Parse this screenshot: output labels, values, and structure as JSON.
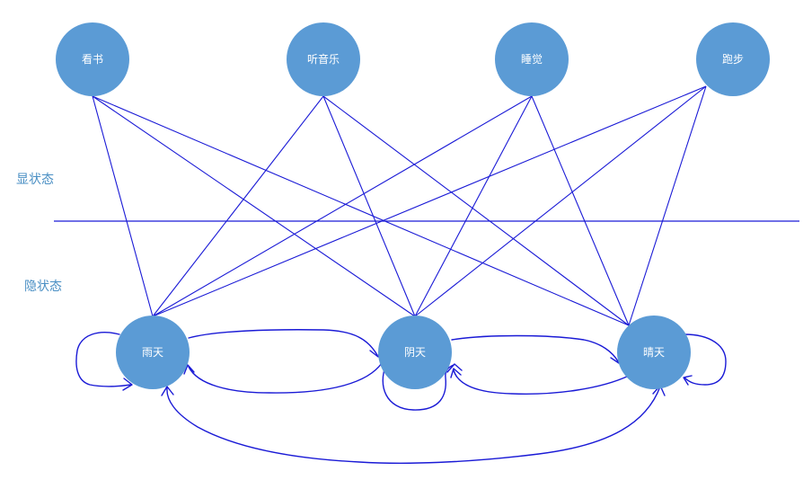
{
  "section_labels": {
    "observed": "显状态",
    "hidden": "隐状态"
  },
  "observed_states": [
    {
      "id": "read",
      "label": "看书"
    },
    {
      "id": "music",
      "label": "听音乐"
    },
    {
      "id": "sleep",
      "label": "睡觉"
    },
    {
      "id": "run",
      "label": "跑步"
    }
  ],
  "hidden_states": [
    {
      "id": "rain",
      "label": "雨天"
    },
    {
      "id": "cloudy",
      "label": "阴天"
    },
    {
      "id": "sunny",
      "label": "晴天"
    }
  ],
  "colors": {
    "node_fill": "#5b9bd5",
    "edge": "#1a1ad6",
    "section_label": "#4a8fc4"
  }
}
